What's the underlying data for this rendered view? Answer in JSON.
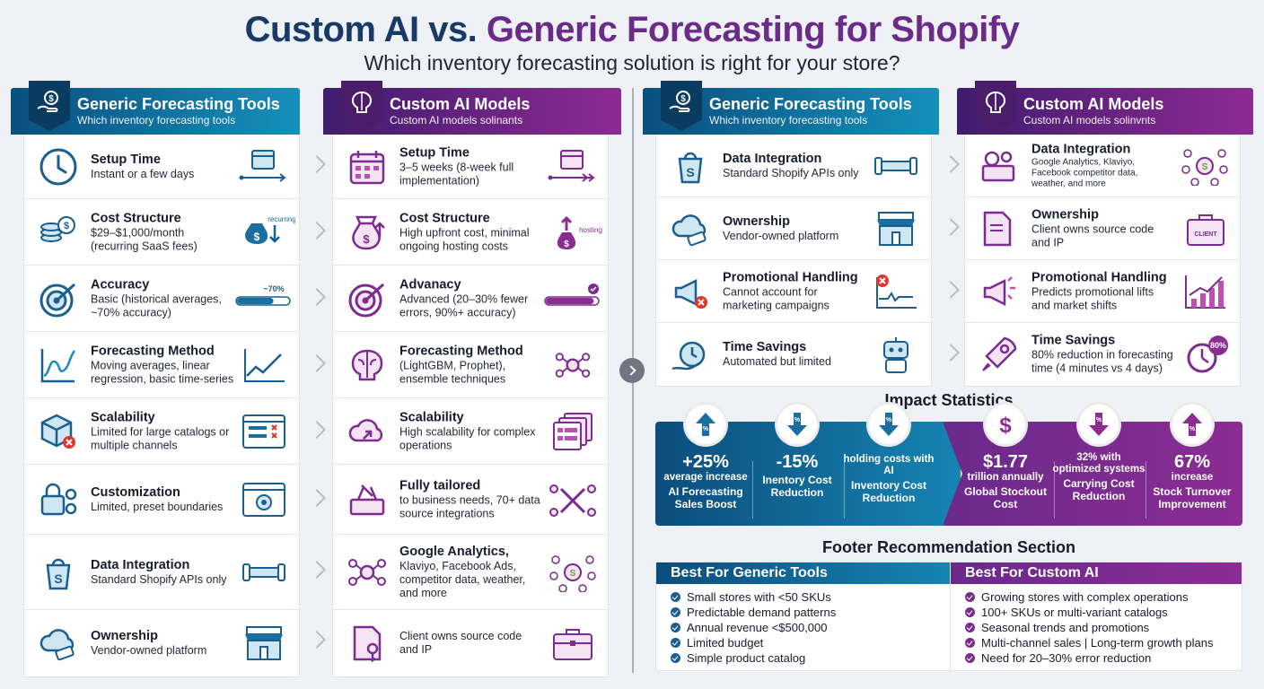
{
  "header": {
    "title_part1": "Custom AI vs. ",
    "title_part2": "Generic Forecasting for Shopify",
    "subtitle": "Which inventory forecasting solution is right for your store?"
  },
  "colors": {
    "generic": "#0f6a9a",
    "custom": "#7a2b8e"
  },
  "panels": {
    "generic_left": {
      "title": "Generic Forecasting Tools",
      "subtitle": "Which inventory forecasting tools",
      "rows": [
        {
          "title": "Setup Time",
          "desc": "Instant or a few days"
        },
        {
          "title": "Cost Structure",
          "desc": "$29–$1,000/month (recurring SaaS fees)",
          "tag": "recurring"
        },
        {
          "title": "Accuracy",
          "desc": "Basic (historical averages, ~70% accuracy)",
          "tag": "~70%",
          "level": 0.7
        },
        {
          "title": "Forecasting Method",
          "desc": "Moving averages, linear regression, basic time-series"
        },
        {
          "title": "Scalability",
          "desc": "Limited for large catalogs or multiple channels"
        },
        {
          "title": "Customization",
          "desc": "Limited, preset boundaries"
        },
        {
          "title": "Data Integration",
          "desc": "Standard Shopify APIs only"
        },
        {
          "title": "Ownership",
          "desc": "Vendor-owned platform"
        }
      ]
    },
    "custom_left": {
      "title": "Custom AI Models",
      "subtitle": "Custom AI models solinants",
      "rows": [
        {
          "title": "Setup Time",
          "desc": "3–5 weeks (8-week full implementation)"
        },
        {
          "title": "Cost Structure",
          "desc": "High upfront cost, minimal ongoing hosting costs",
          "tag": "hosting"
        },
        {
          "title": "Advanacy",
          "desc": "Advanced (20–30% fewer errors, 90%+ accuracy)",
          "level": 0.92
        },
        {
          "title": "Forecasting Method",
          "desc": "(LightGBM, Prophet), ensemble techniques"
        },
        {
          "title": "Scalability",
          "desc": "High scalability for complex operations"
        },
        {
          "title": "Fully tailored",
          "desc": "to business needs, 70+ data source integrations"
        },
        {
          "title": "Google Analytics,",
          "desc": "Klaviyo, Facebook Ads, competitor data, weather, and more"
        },
        {
          "title": "",
          "desc": "Client owns source code and IP"
        }
      ]
    },
    "generic_right": {
      "title": "Generic Forecasting Tools",
      "subtitle": "Which inventory forecasting tools",
      "rows": [
        {
          "title": "Data Integration",
          "desc": "Standard Shopify APIs only"
        },
        {
          "title": "Ownership",
          "desc": "Vendor-owned platform"
        },
        {
          "title": "Promotional Handling",
          "desc": "Cannot account for marketing campaigns"
        },
        {
          "title": "Time Savings",
          "desc": "Automated but limited"
        }
      ]
    },
    "custom_right": {
      "title": "Custom AI Models",
      "subtitle": "Custom AI models solinvnts",
      "rows": [
        {
          "title": "Data Integration",
          "desc": "Google Analytics, Klaviyo, Facebook competitor data, weather, and more"
        },
        {
          "title": "Ownership",
          "desc": "Client owns source code and IP",
          "tag": "CLIENT"
        },
        {
          "title": "Promotional Handling",
          "desc": "Predicts promotional lifts and market shifts"
        },
        {
          "title": "Time Savings",
          "desc": "80% reduction in forecasting time (4 minutes vs 4 days)",
          "tag": "80%"
        }
      ]
    }
  },
  "impact": {
    "title": "Impact Statistics",
    "stats": [
      {
        "big": "+25%",
        "mid": "average increase",
        "label": "AI Forecasting Sales Boost",
        "dir": "up"
      },
      {
        "big": "-15%",
        "mid": "",
        "label": "Inentory Cost Reduction",
        "dir": "down"
      },
      {
        "big": "",
        "mid": "holding costs with AI",
        "label": "Inventory Cost Reduction",
        "dir": "down"
      },
      {
        "big": "$1.77",
        "mid": "trillion annually",
        "label": "Global Stockout Cost",
        "dir": "dollar"
      },
      {
        "big": "",
        "mid": "32% with optimized systems",
        "label": "Carrying Cost Reduction",
        "dir": "down"
      },
      {
        "big": "67%",
        "mid": "increase",
        "label": "Stock Turnover Improvement",
        "dir": "up"
      }
    ]
  },
  "recommendation": {
    "title": "Footer Recommendation Section",
    "generic": {
      "title": "Best For Generic Tools",
      "items": [
        "Small stores with <50 SKUs",
        "Predictable demand patterns",
        "Annual revenue <$500,000",
        "Limited budget",
        "Simple product catalog"
      ]
    },
    "custom": {
      "title": "Best For Custom AI",
      "items": [
        "Growing stores with complex operations",
        "100+ SKUs or multi-variant catalogs",
        "Seasonal trends and promotions",
        "Multi-channel sales | Long-term growth plans",
        "Need for 20–30% error reduction"
      ]
    }
  }
}
